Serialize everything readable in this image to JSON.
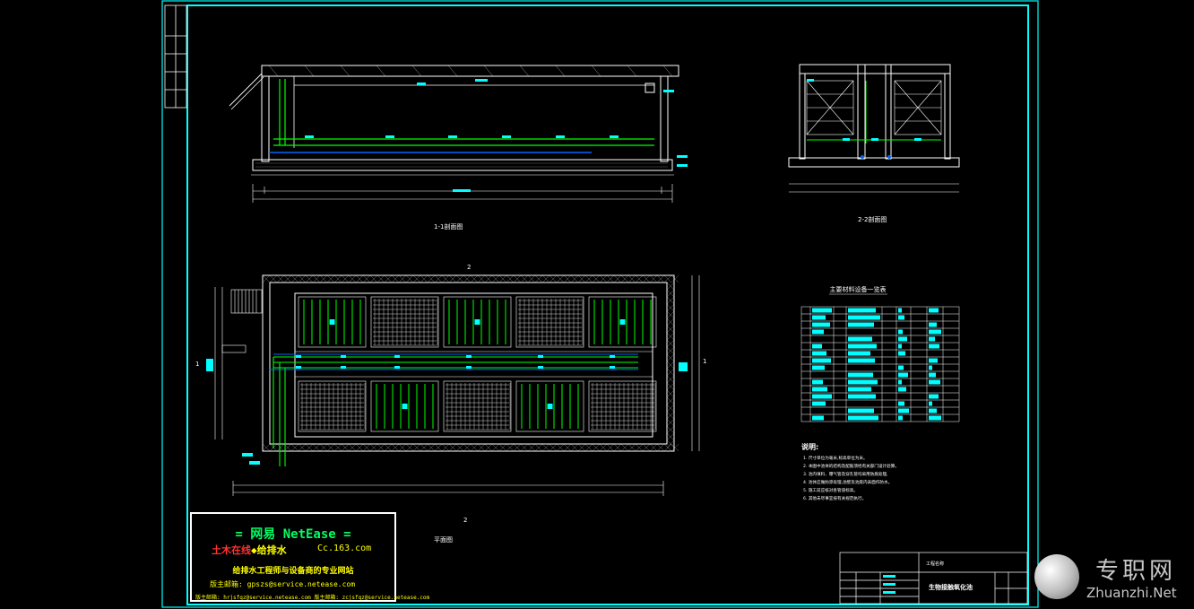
{
  "colors": {
    "background": "#000000",
    "frame": "#00ffff",
    "struct": "#ffffff",
    "pipe": "#00ff00",
    "accent": "#0066ff",
    "label_fill": "#00ffff"
  },
  "views": {
    "section_1": {
      "label": "1-1剖面图"
    },
    "section_2": {
      "label": "2-2剖面图"
    },
    "plan": {
      "label": "平面图"
    }
  },
  "section_marks": {
    "a": "1",
    "b": "2"
  },
  "material_table": {
    "title": "主要材料设备一览表"
  },
  "notes": {
    "title": "说明:",
    "items": [
      "1. 尺寸单位为毫米,标高单位为米。",
      "2. 本图中池体的结构及配筋须经有关部门设计验算。",
      "3. 池内填料、曝气管及穿孔管均采用防腐处理,",
      "4. 池体应做防渗处理,池壁及池底内表面作防水。",
      "5. 施工前应核对各管道标高。",
      "6. 其他未尽事宜按有关规范执行。"
    ]
  },
  "title_block": {
    "project": "工程名称",
    "drawing_title": "生物接触氧化池"
  },
  "banner": {
    "line1": "= 网易 NetEase =",
    "line2a": "土木在线",
    "line2b": "◆给排水",
    "line2c": "Cc.163.com",
    "line3": "给排水工程师与设备商的专业网站",
    "line4": "版主邮箱: gpszs@service.netease.com",
    "line5": "版主邮箱: hrjsfqz@service.netease.com   版主邮箱: zcjsfqz@service.netease.com"
  },
  "watermark": {
    "cn": "专职网",
    "en": "Zhuanzhi.Net"
  }
}
